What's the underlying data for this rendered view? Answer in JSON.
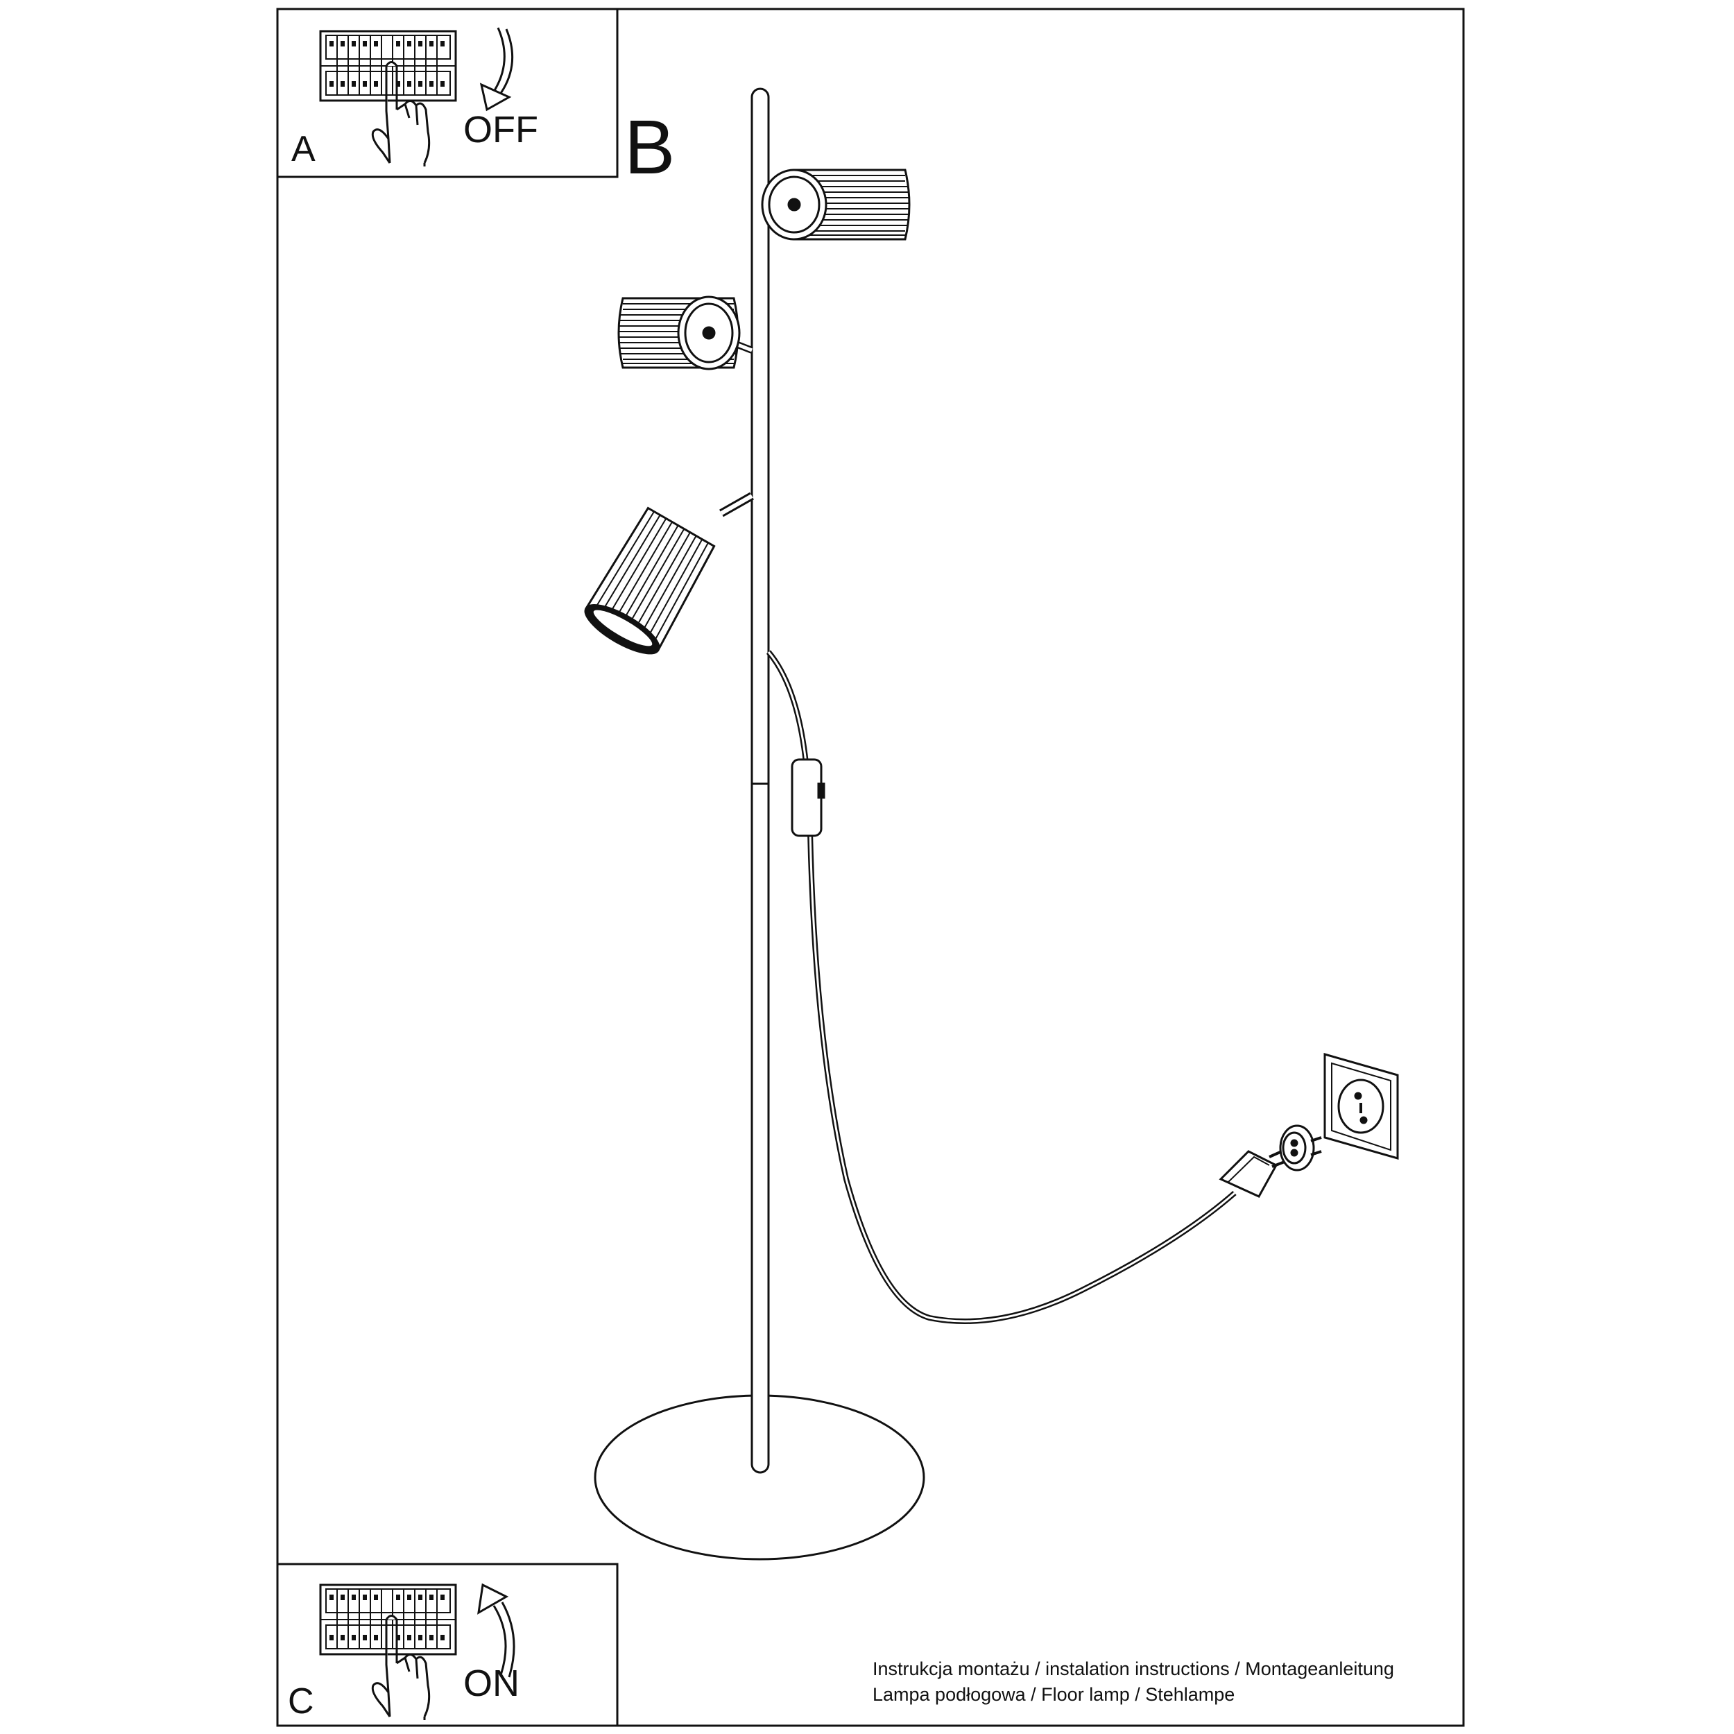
{
  "panels": {
    "a": {
      "letter": "A",
      "state": "OFF"
    },
    "b": {
      "letter": "B"
    },
    "c": {
      "letter": "C",
      "state": "ON"
    }
  },
  "footer": {
    "line1": "Instrukcja montażu / instalation instructions / Montageanleitung",
    "line2": "Lampa podłogowa / Floor lamp / Stehlampe"
  },
  "icons": [
    "breaker-panel-icon",
    "hand-icon",
    "switch-down-arrow-icon",
    "switch-up-arrow-icon",
    "wall-socket-icon",
    "power-plug-icon",
    "adapter-icon",
    "floor-lamp-illustration"
  ]
}
